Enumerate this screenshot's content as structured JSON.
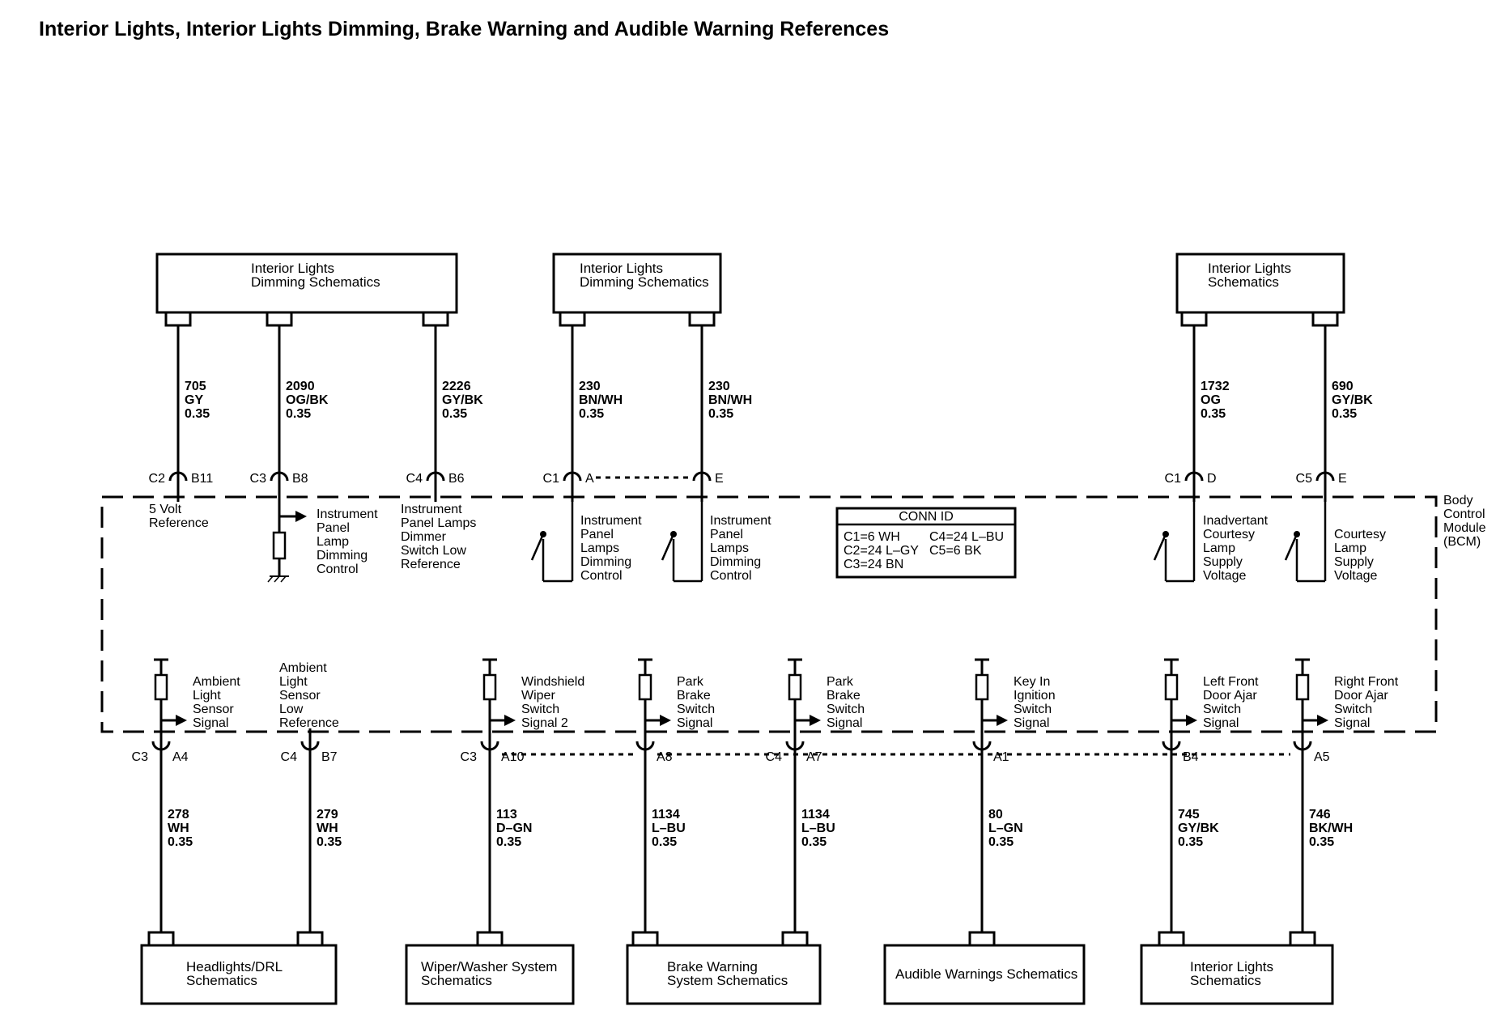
{
  "title": "Interior Lights, Interior Lights Dimming, Brake Warning and Audible Warning References",
  "module": {
    "name_lines": [
      "Body",
      "Control",
      "Module",
      "(BCM)"
    ]
  },
  "conn_id": {
    "header": "CONN ID",
    "rows": [
      "C1=6 WH",
      "C4=24 L–BU",
      "C2=24 L–GY",
      "C5=6 BK",
      "C3=24 BN"
    ]
  },
  "top_boxes": [
    {
      "id": "dim1",
      "lines": [
        "Interior Lights",
        "Dimming Schematics"
      ]
    },
    {
      "id": "dim2",
      "lines": [
        "Interior Lights",
        "Dimming Schematics"
      ]
    },
    {
      "id": "int1",
      "lines": [
        "Interior Lights",
        "Schematics"
      ]
    }
  ],
  "top_circuits": [
    {
      "id": "705",
      "wire": [
        "705",
        "GY",
        "0.35"
      ],
      "conn": "C2",
      "pin": "B11",
      "desc": [
        "5 Volt",
        "Reference"
      ]
    },
    {
      "id": "2090",
      "wire": [
        "2090",
        "OG/BK",
        "0.35"
      ],
      "conn": "C3",
      "pin": "B8",
      "desc": [
        "Instrument",
        "Panel",
        "Lamp",
        "Dimming",
        "Control"
      ]
    },
    {
      "id": "2226",
      "wire": [
        "2226",
        "GY/BK",
        "0.35"
      ],
      "conn": "C4",
      "pin": "B6",
      "desc": [
        "Instrument",
        "Panel Lamps",
        "Dimmer",
        "Switch Low",
        "Reference"
      ]
    },
    {
      "id": "230a",
      "wire": [
        "230",
        "BN/WH",
        "0.35"
      ],
      "conn": "C1",
      "pin": "A",
      "desc": [
        "Instrument",
        "Panel",
        "Lamps",
        "Dimming",
        "Control"
      ]
    },
    {
      "id": "230b",
      "wire": [
        "230",
        "BN/WH",
        "0.35"
      ],
      "conn": "",
      "pin": "E",
      "desc": [
        "Instrument",
        "Panel",
        "Lamps",
        "Dimming",
        "Control"
      ]
    },
    {
      "id": "1732",
      "wire": [
        "1732",
        "OG",
        "0.35"
      ],
      "conn": "C1",
      "pin": "D",
      "desc": [
        "Inadvertant",
        "Courtesy",
        "Lamp",
        "Supply",
        "Voltage"
      ]
    },
    {
      "id": "690",
      "wire": [
        "690",
        "GY/BK",
        "0.35"
      ],
      "conn": "C5",
      "pin": "E",
      "desc": [
        "Courtesy",
        "Lamp",
        "Supply",
        "Voltage"
      ]
    }
  ],
  "bottom_circuits": [
    {
      "id": "278",
      "wire": [
        "278",
        "WH",
        "0.35"
      ],
      "conn": "C3",
      "pin": "A4",
      "desc": [
        "Ambient",
        "Light",
        "Sensor",
        "Signal"
      ]
    },
    {
      "id": "279",
      "wire": [
        "279",
        "WH",
        "0.35"
      ],
      "conn": "C4",
      "pin": "B7",
      "desc": [
        "Ambient",
        "Light",
        "Sensor",
        "Low",
        "Reference"
      ]
    },
    {
      "id": "113",
      "wire": [
        "113",
        "D–GN",
        "0.35"
      ],
      "conn": "C3",
      "pin": "A10",
      "desc": [
        "Windshield",
        "Wiper",
        "Switch",
        "Signal 2"
      ]
    },
    {
      "id": "1134a",
      "wire": [
        "1134",
        "L–BU",
        "0.35"
      ],
      "conn": "",
      "pin": "A8",
      "desc": [
        "Park",
        "Brake",
        "Switch",
        "Signal"
      ]
    },
    {
      "id": "1134b",
      "wire": [
        "1134",
        "L–BU",
        "0.35"
      ],
      "conn": "C4",
      "pin": "A7",
      "desc": [
        "Park",
        "Brake",
        "Switch",
        "Signal"
      ]
    },
    {
      "id": "80",
      "wire": [
        "80",
        "L–GN",
        "0.35"
      ],
      "conn": "",
      "pin": "A1",
      "desc": [
        "Key In",
        "Ignition",
        "Switch",
        "Signal"
      ]
    },
    {
      "id": "745",
      "wire": [
        "745",
        "GY/BK",
        "0.35"
      ],
      "conn": "",
      "pin": "B4",
      "desc": [
        "Left Front",
        "Door Ajar",
        "Switch",
        "Signal"
      ]
    },
    {
      "id": "746",
      "wire": [
        "746",
        "BK/WH",
        "0.35"
      ],
      "conn": "",
      "pin": "A5",
      "desc": [
        "Right Front",
        "Door Ajar",
        "Switch",
        "Signal"
      ]
    }
  ],
  "bottom_boxes": [
    {
      "id": "headlights",
      "lines": [
        "Headlights/DRL",
        "Schematics"
      ]
    },
    {
      "id": "wiper",
      "lines": [
        "Wiper/Washer System",
        "Schematics"
      ]
    },
    {
      "id": "brake",
      "lines": [
        "Brake Warning",
        "System Schematics"
      ]
    },
    {
      "id": "audible",
      "lines": [
        "Audible Warnings Schematics"
      ]
    },
    {
      "id": "interior",
      "lines": [
        "Interior Lights",
        "Schematics"
      ]
    }
  ]
}
